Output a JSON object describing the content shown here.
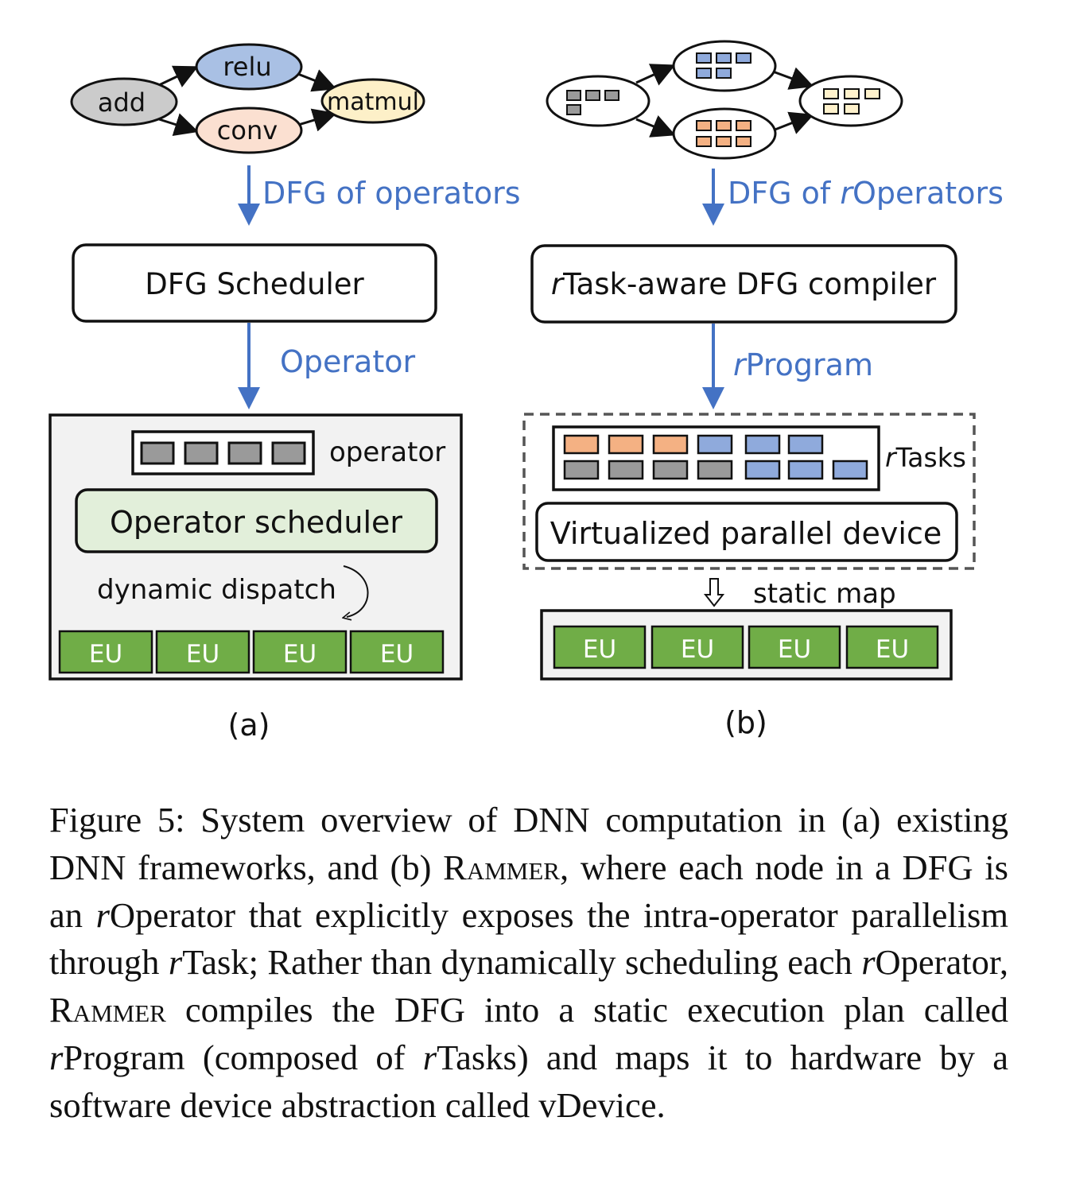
{
  "panel_a": {
    "nodes": {
      "add": "add",
      "relu": "relu",
      "conv": "conv",
      "matmul": "matmul"
    },
    "edge_label": "DFG of operators",
    "scheduler_label": "DFG Scheduler",
    "operator_edge_label": "Operator",
    "device": {
      "operator_label": "operator",
      "operator_scheduler_label": "Operator scheduler",
      "dispatch_label": "dynamic dispatch",
      "eu_labels": [
        "EU",
        "EU",
        "EU",
        "EU"
      ]
    },
    "sublabel": "(a)"
  },
  "panel_b": {
    "edge_label_prefix": "DFG of ",
    "edge_label_italic": "r",
    "edge_label_suffix": "Operators",
    "compiler_italic": "r",
    "compiler_label": "Task-aware DFG compiler",
    "program_italic": "r",
    "program_label": "Program",
    "rtasks_italic": "r",
    "rtasks_label": "Tasks",
    "vdevice_label": "Virtualized parallel device",
    "static_map_label": "static map",
    "eu_labels": [
      "EU",
      "EU",
      "EU",
      "EU"
    ],
    "sublabel": "(b)"
  },
  "colors": {
    "relu_fill": "#a9c0e4",
    "conv_fill": "#fbe0d1",
    "matmul_fill": "#fdf0c8",
    "add_fill": "#cbcbcb",
    "gray_task": "#9a9a9a",
    "blue_task": "#8faadc",
    "orange_task": "#f4b183",
    "cream_task": "#fff2cc",
    "eu_green": "#70ad47",
    "scheduler_green": "#e2efda",
    "label_blue": "#4472c4",
    "device_bg": "#f2f2f2"
  },
  "caption": {
    "p1": "Figure 5: System overview of DNN computation in (a) existing DNN frameworks, and (b) ",
    "rammer1": "Rammer",
    "p2": ", where each node in a DFG is an ",
    "r1": "r",
    "p3": "Operator that explicitly exposes the intra-operator parallelism through ",
    "r2": "r",
    "p4": "Task; Rather than dynamically scheduling each ",
    "r3": "r",
    "p5": "Operator, ",
    "rammer2": "Rammer",
    "p6": " compiles the DFG into a static execution plan called ",
    "r4": "r",
    "p7": "Program (composed of ",
    "r5": "r",
    "p8": "Tasks) and maps it to hardware by a software device abstraction called vDevice."
  }
}
